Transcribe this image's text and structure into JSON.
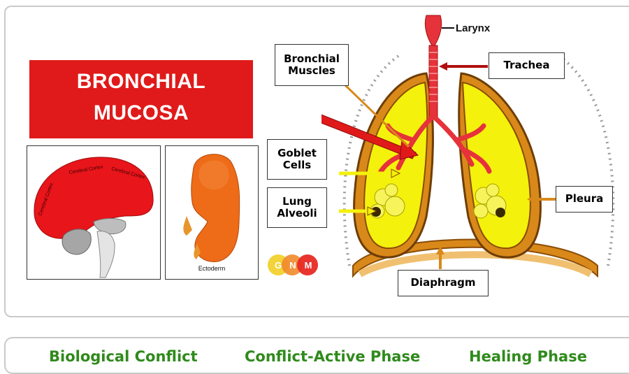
{
  "figure": {
    "title_line1": "BRONCHIAL",
    "title_line2": "MUCOSA",
    "brain_labels": [
      "Cerebral Cortex",
      "Cerebral Cortex",
      "Cerebral Cortex"
    ],
    "embryo_label": "Ectoderm",
    "logo_letters": [
      "G",
      "N",
      "M"
    ],
    "labels": {
      "larynx": "Larynx",
      "trachea": "Trachea",
      "bronchial_muscles_1": "Bronchial",
      "bronchial_muscles_2": "Muscles",
      "goblet_1": "Goblet",
      "goblet_2": "Cells",
      "alveoli_1": "Lung",
      "alveoli_2": "Alveoli",
      "pleura": "Pleura",
      "diaphragm": "Diaphragm"
    },
    "colors": {
      "mucosa_red": "#e01a1a",
      "lung_yellow": "#f4f10c",
      "pleura_orange": "#d9891a",
      "tab_green": "#2f8a1b"
    }
  },
  "tabs": [
    {
      "label": "Biological Conflict"
    },
    {
      "label": "Conflict-Active Phase"
    },
    {
      "label": "Healing Phase"
    }
  ]
}
